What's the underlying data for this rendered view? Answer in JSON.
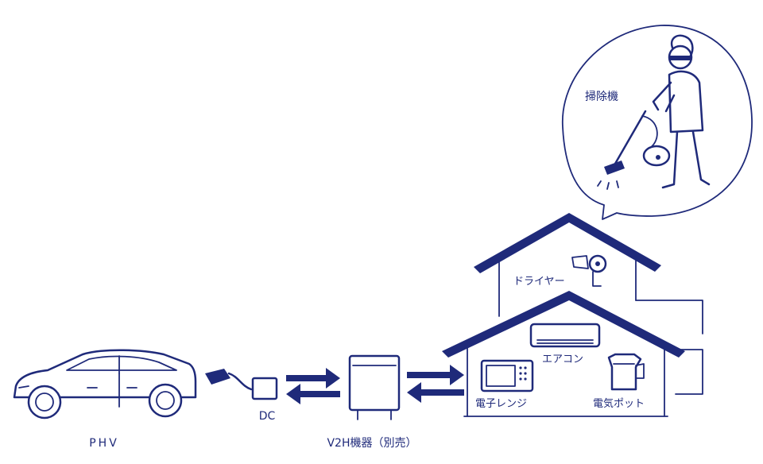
{
  "labels": {
    "phv": "PHV",
    "dc": "DC",
    "v2h": "V2H機器（別売）",
    "vacuum": "掃除機",
    "dryer": "ドライヤー",
    "aircon": "エアコン",
    "microwave": "電子レンジ",
    "kettle": "電気ポット"
  },
  "colors": {
    "ink": "#1f2a7a",
    "background": "#ffffff"
  }
}
